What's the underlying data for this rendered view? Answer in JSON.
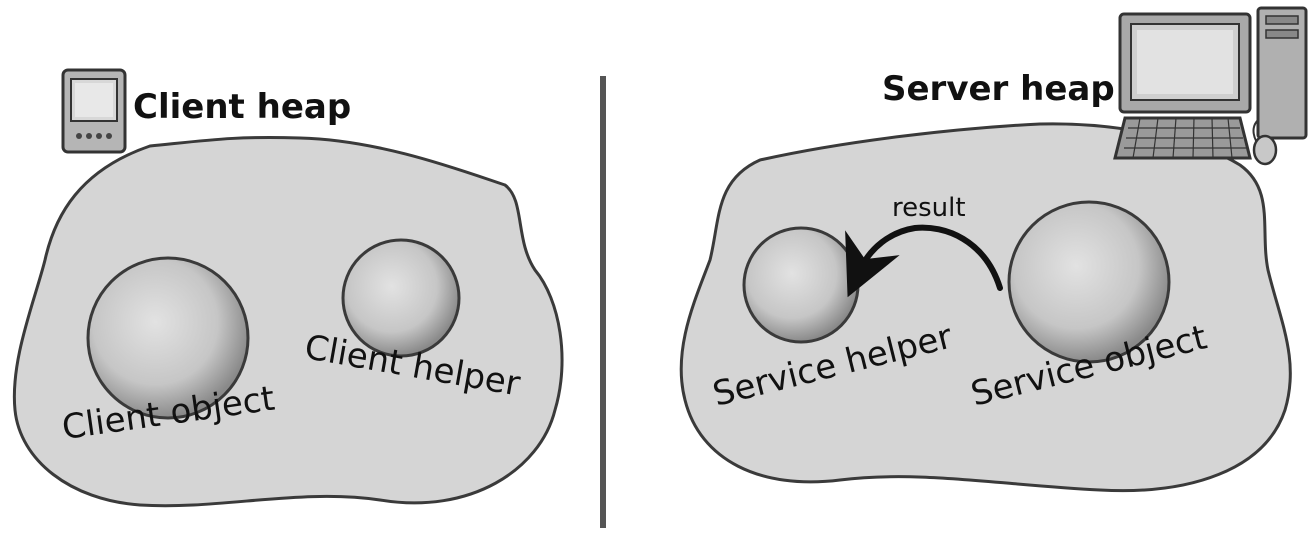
{
  "client": {
    "heap_title": "Client heap",
    "object_label": "Client object",
    "helper_label": "Client helper"
  },
  "server": {
    "heap_title": "Server heap",
    "helper_label": "Service helper",
    "object_label": "Service object",
    "arrow_label": "result"
  },
  "colors": {
    "heap_fill": "#d5d5d5",
    "outline": "#3a3a3a",
    "divider": "#555555",
    "sphere_light": "#e0e0e0",
    "sphere_dark": "#8a8a8a"
  },
  "icons": {
    "client_device": "handheld-device-icon",
    "server_device": "desktop-computer-icon"
  }
}
